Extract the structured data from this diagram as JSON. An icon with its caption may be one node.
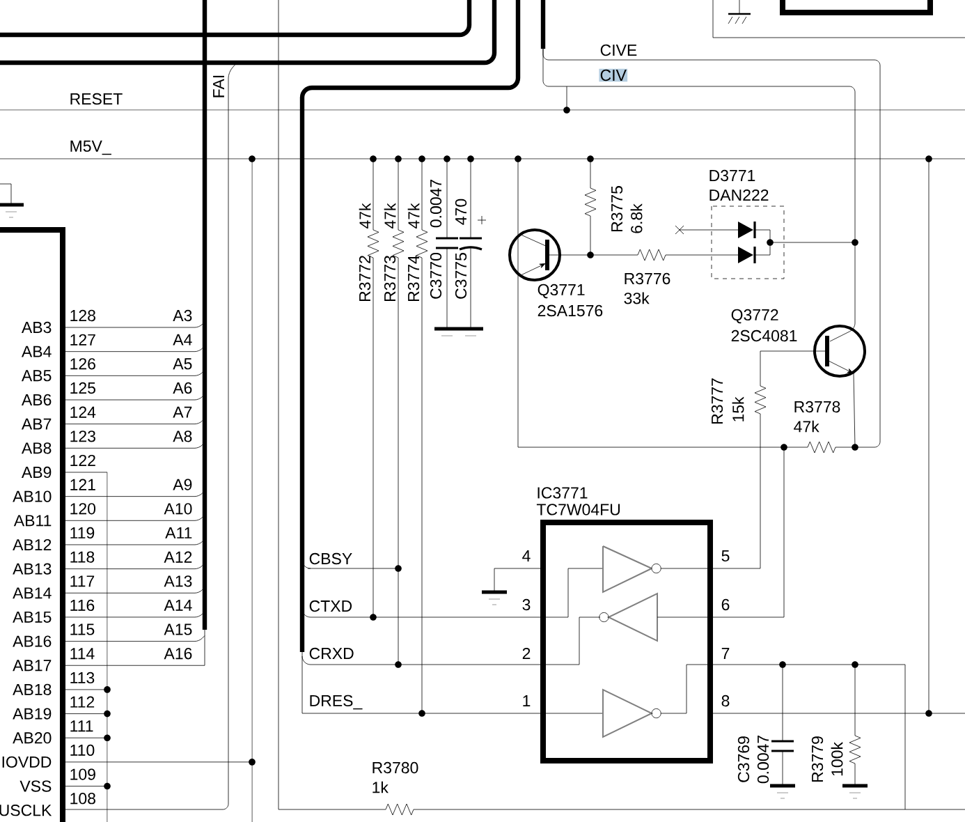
{
  "diagram": {
    "nodes": [
      {
        "text": [
          "IC3771",
          "TC7W04FU"
        ]
      }
    ],
    "labels": [
      "CIVE",
      "CIV",
      "RESET",
      "FAI",
      "M5V_",
      "D3771",
      "DAN222",
      "47k",
      "47k",
      "47k",
      "0.0047",
      "470",
      "R3775",
      "6.8k",
      "R3772",
      "R3773",
      "R3774",
      "C3770",
      "C3775",
      "R3776",
      "33k",
      "Q3771",
      "2SA1576",
      "Q3772",
      "2SC4081",
      "R3777",
      "15k",
      "R3778",
      "47k",
      "AB3",
      "128",
      "A3",
      "AB4",
      "127",
      "A4",
      "AB5",
      "126",
      "A5",
      "AB6",
      "125",
      "A6",
      "AB7",
      "124",
      "A7",
      "AB8",
      "123",
      "A8",
      "AB9",
      "122",
      "AB10",
      "121",
      "A9",
      "AB11",
      "120",
      "A10",
      "AB12",
      "119",
      "A11",
      "AB13",
      "118",
      "A12",
      "AB14",
      "117",
      "A13",
      "AB15",
      "116",
      "A14",
      "AB16",
      "115",
      "A15",
      "AB17",
      "114",
      "A16",
      "AB18",
      "113",
      "AB19",
      "112",
      "AB20",
      "111",
      "IOVDD",
      "110",
      "VSS",
      "109",
      "USCLK",
      "108",
      "CBSY",
      "CTXD",
      "CRXD",
      "DRES_",
      "4",
      "5",
      "3",
      "6",
      "2",
      "7",
      "1",
      "8",
      "C3769",
      "0.0047",
      "R3779",
      "100k",
      "R3780",
      "1k"
    ]
  }
}
